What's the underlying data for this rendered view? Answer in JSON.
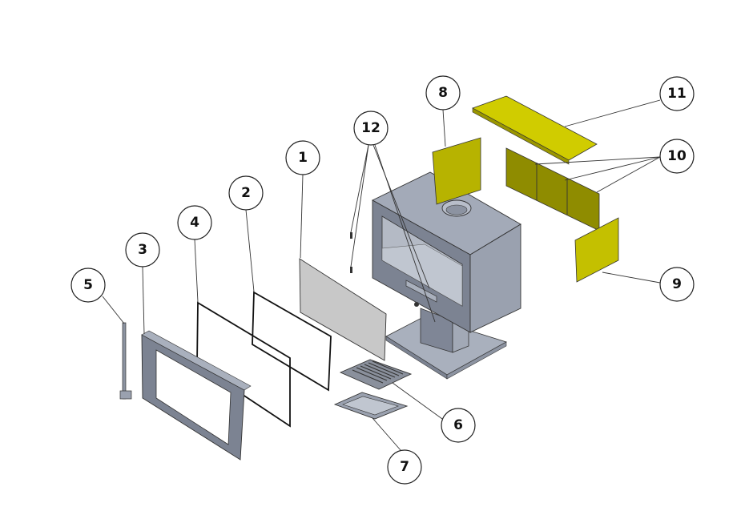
{
  "diagram": {
    "title": "Stove exploded parts view",
    "colors": {
      "steel": "#a3aab8",
      "steel_dark": "#7c8392",
      "firebrick": "#c9c500",
      "firebrick_dark": "#8f8c00",
      "glass": "#c8c8c8"
    },
    "callouts": {
      "c1": "1",
      "c2": "2",
      "c3": "3",
      "c4": "4",
      "c5": "5",
      "c6": "6",
      "c7": "7",
      "c8": "8",
      "c9": "9",
      "c10": "10",
      "c11": "11",
      "c12": "12"
    }
  }
}
